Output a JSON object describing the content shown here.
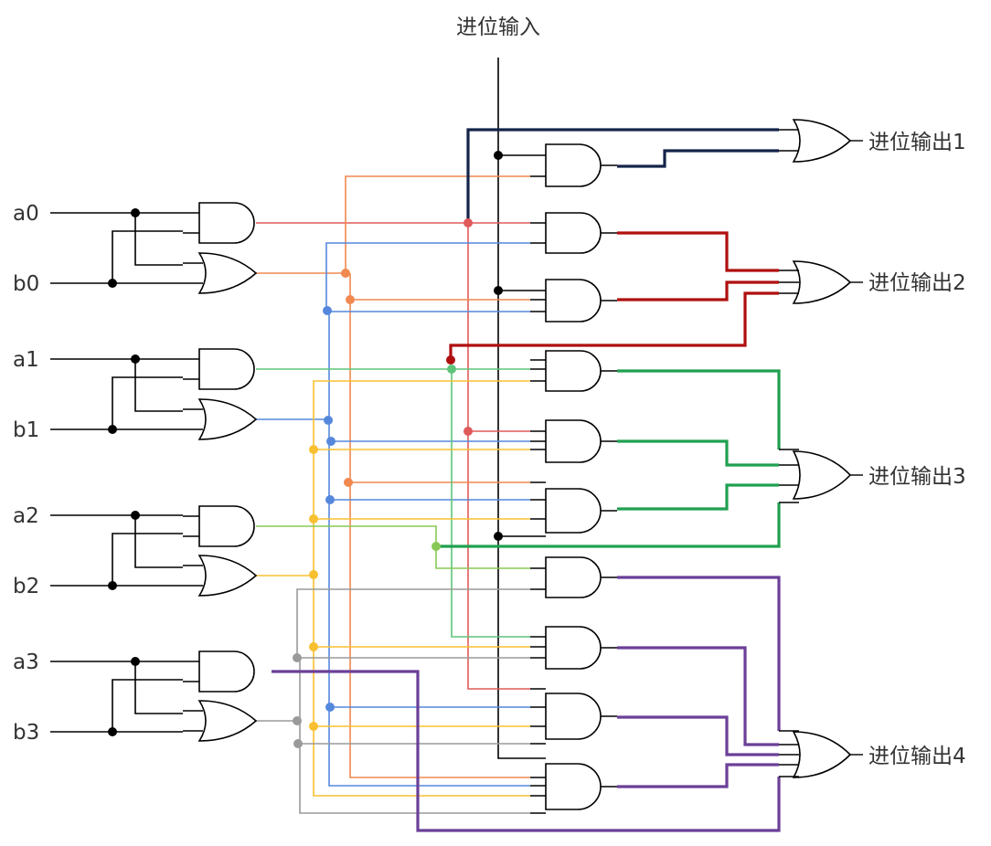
{
  "labels": {
    "carry_in": "进位输入",
    "carry_out_1": "进位输出1",
    "carry_out_2": "进位输出2",
    "carry_out_3": "进位输出3",
    "carry_out_4": "进位输出4",
    "inputs": [
      "a0",
      "b0",
      "a1",
      "b1",
      "a2",
      "b2",
      "a3",
      "b3"
    ]
  },
  "colors": {
    "g0": "#e05a5a",
    "p0": "#f08850",
    "g1": "#5ec47a",
    "p1": "#5588dd",
    "g2": "#88c854",
    "p2": "#f8c030",
    "g3": "#6b3f98",
    "p3": "#9a9a9a",
    "carry_in": "#000000",
    "c1_bus": "#14244a",
    "c2_bus": "#b00f0f",
    "c3_bus": "#20a050",
    "c4_bus": "#6b3f98"
  }
}
